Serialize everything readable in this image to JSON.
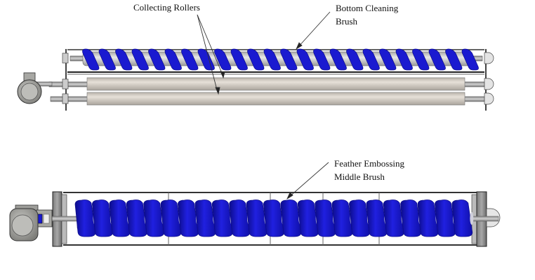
{
  "figure": {
    "labels": {
      "collecting_rollers": "Collecting Rollers",
      "bottom_cleaning_brush_line1": "Bottom Cleaning",
      "bottom_cleaning_brush_line2": "Brush",
      "feather_embossing_line1": "Feather Embossing",
      "feather_embossing_line2": "Middle Brush"
    },
    "colors": {
      "brush_blue": "#1a1ad0",
      "brush_dark": "#0c0c8a",
      "roller_beige": "#d8d1c8",
      "roller_gray": "#c8c8c8",
      "motor_gray": "#9a9a96",
      "frame_dark": "#333333"
    },
    "assemblies": [
      {
        "name": "top-assembly",
        "components": [
          "bottom-cleaning-brush",
          "collecting-roller-1",
          "collecting-roller-2",
          "motor"
        ]
      },
      {
        "name": "bottom-assembly",
        "components": [
          "feather-embossing-middle-brush",
          "motor"
        ]
      }
    ]
  }
}
